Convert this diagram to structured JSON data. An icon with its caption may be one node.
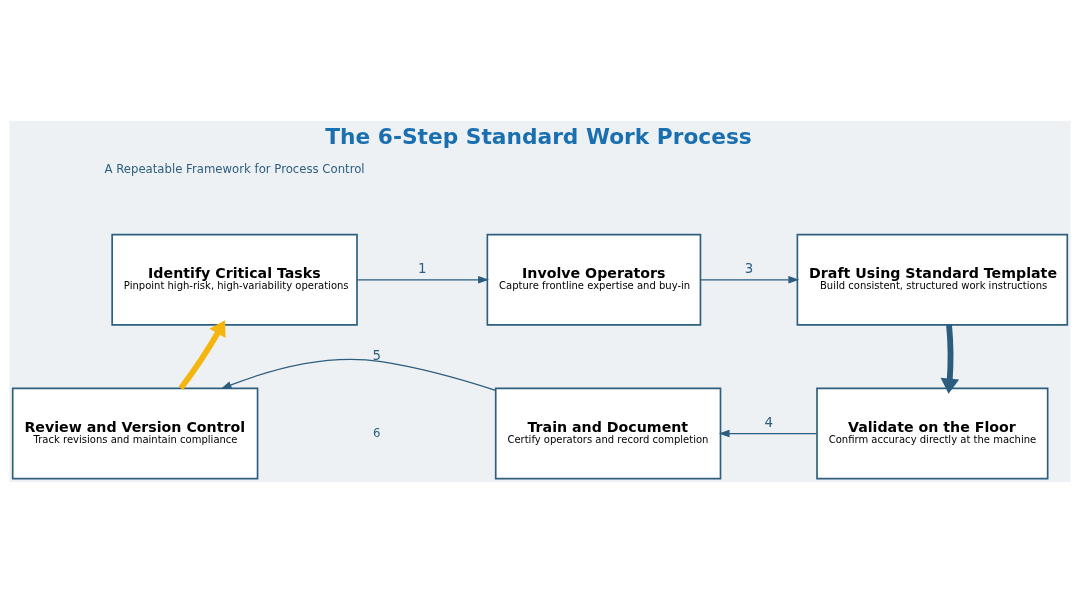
{
  "diagram": {
    "title": "The 6-Step Standard Work Process",
    "nodes": [
      {
        "text": [
          "Identify Critical Tasks",
          "Pinpoint high-risk, high-variability operations"
        ]
      },
      {
        "text": [
          "Involve Operators",
          "Capture frontline expertise and buy-in"
        ]
      },
      {
        "text": [
          "Draft Using Standard Template",
          "Build consistent, structured work instructions"
        ]
      },
      {
        "text": [
          "Validate on the Floor",
          "Confirm accuracy directly at the machine"
        ]
      },
      {
        "text": [
          "Train and Document",
          "Certify operators and record completion"
        ]
      },
      {
        "text": [
          "Review and Version Control",
          "Track revisions and maintain compliance"
        ]
      }
    ],
    "edges": [
      {
        "from": 0,
        "to": 1,
        "arrow": "to",
        "label": "1"
      },
      {
        "from": 1,
        "to": 2,
        "arrow": "to",
        "label": "3"
      },
      {
        "from": 2,
        "to": 3,
        "arrow": "to",
        "style": "thick"
      },
      {
        "from": 3,
        "to": 4,
        "arrow": "to",
        "label": "4"
      },
      {
        "from": 4,
        "to": 5,
        "arrow": "to",
        "label": "5"
      },
      {
        "from": 5,
        "to": 0,
        "arrow": "to",
        "style": "thick",
        "color": "#f5b50f"
      }
    ],
    "labels": [
      "A Repeatable Framework for Process Control",
      "6"
    ]
  }
}
